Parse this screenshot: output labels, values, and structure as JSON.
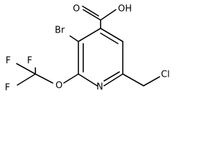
{
  "molecule": {
    "atoms": {
      "carboxyl_oxygen": "O",
      "hydroxyl": "OH",
      "bromine": "Br",
      "fluorine_top_left": "F",
      "fluorine_top_right": "F",
      "fluorine_bottom": "F",
      "ether_oxygen": "O",
      "ring_nitrogen": "N",
      "chlorine": "Cl"
    }
  },
  "colors": {
    "bond": "#000000",
    "label": "#000000",
    "background": "#ffffff"
  }
}
